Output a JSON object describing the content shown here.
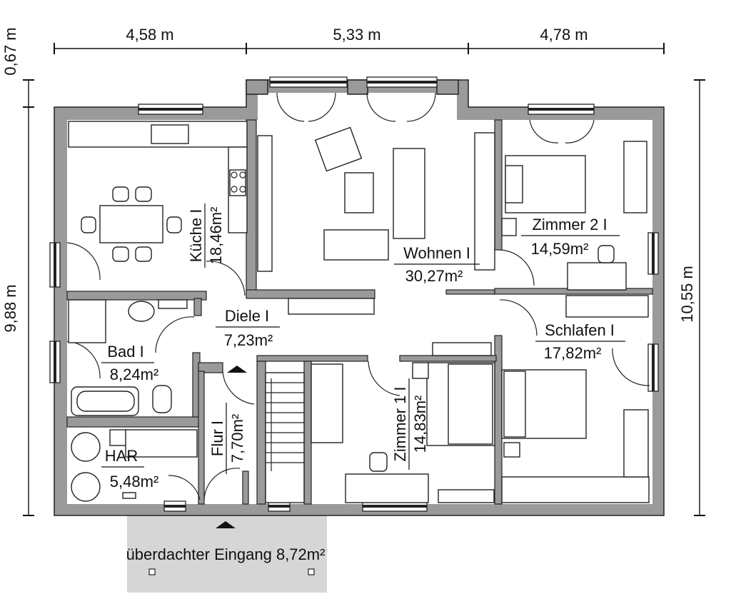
{
  "dimensions": {
    "top": [
      "4,58 m",
      "5,33 m",
      "4,78 m"
    ],
    "left_top": "0,67 m",
    "left": "9,88 m",
    "right": "10,55 m"
  },
  "rooms": {
    "kueche": {
      "name": "Küche I",
      "area": "18,46m²"
    },
    "wohnen": {
      "name": "Wohnen I",
      "area": "30,27m²"
    },
    "zimmer2": {
      "name": "Zimmer 2 I",
      "area": "14,59m²"
    },
    "diele": {
      "name": "Diele I",
      "area": "7,23m²"
    },
    "bad": {
      "name": "Bad I",
      "area": "8,24m²"
    },
    "schlafen": {
      "name": "Schlafen I",
      "area": "17,82m²"
    },
    "zimmer1": {
      "name": "Zimmer 1 I",
      "area": "14,83m²"
    },
    "flur": {
      "name": "Flur I",
      "area": "7,70m²"
    },
    "har": {
      "name": "HAR",
      "area": "5,48m²"
    }
  },
  "entrance": {
    "label": "überdachter Eingang 8,72m²"
  },
  "colors": {
    "wall": "#9a9a9a",
    "porch": "#d6d6d6",
    "line": "#222222"
  }
}
